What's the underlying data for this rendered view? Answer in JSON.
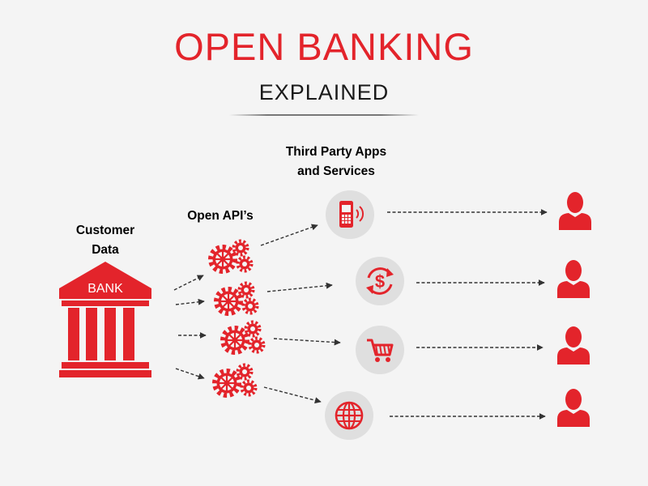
{
  "header": {
    "title": "OPEN BANKING",
    "subtitle": "EXPLAINED"
  },
  "labels": {
    "customer_data": "Customer\nData",
    "open_apis": "Open API’s",
    "third_party": "Third Party Apps\nand Services",
    "bank": "BANK"
  },
  "services": [
    {
      "name": "mobile-payment-icon"
    },
    {
      "name": "currency-exchange-icon"
    },
    {
      "name": "shopping-cart-icon"
    },
    {
      "name": "globe-icon"
    }
  ],
  "colors": {
    "accent": "#e3242b",
    "circle": "#dfdfdf",
    "arrow": "#333333"
  }
}
